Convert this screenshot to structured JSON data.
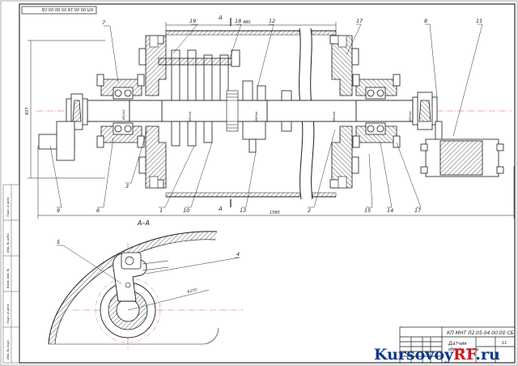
{
  "drawing": {
    "stamp_top": "КП 00.00.18.05.00.00.СБ",
    "section_label": "А–А",
    "section_mark": "А",
    "doc_number": "КП МНТ Л2.05.04.00.00 СБ",
    "title_line1": "Датчик",
    "title_line2": "обрыва ленты",
    "sheet_info": "11",
    "dims": {
      "top": "480",
      "left": "837",
      "bottom": "1580",
      "radius": "R270",
      "shaft_a": "Ø52h6",
      "shaft_b": "Ø50k6",
      "shaft_c": "Ø60k6",
      "shaft_d": "Ø60k6",
      "shaft_e": "Ø52h6"
    },
    "callouts": [
      "7",
      "19",
      "18",
      "12",
      "17",
      "8",
      "11",
      "3",
      "6",
      "9",
      "1",
      "10",
      "13",
      "2",
      "15",
      "14",
      "17",
      "5",
      "4"
    ],
    "side_labels": [
      "Инв. № подл.",
      "Подп. и дата",
      "Взам. инв. №",
      "Инв. № дубл.",
      "Подп. и дата"
    ]
  },
  "watermark": {
    "brand_part1": "Kursovoy",
    "brand_part2": "RF",
    "brand_part3": ".ru"
  },
  "colors": {
    "line": "#1a1a1a",
    "hatch": "#333333",
    "center_line": "#d9534f",
    "watermark_blue": "#0b3a8c",
    "watermark_red": "#d2161e"
  }
}
